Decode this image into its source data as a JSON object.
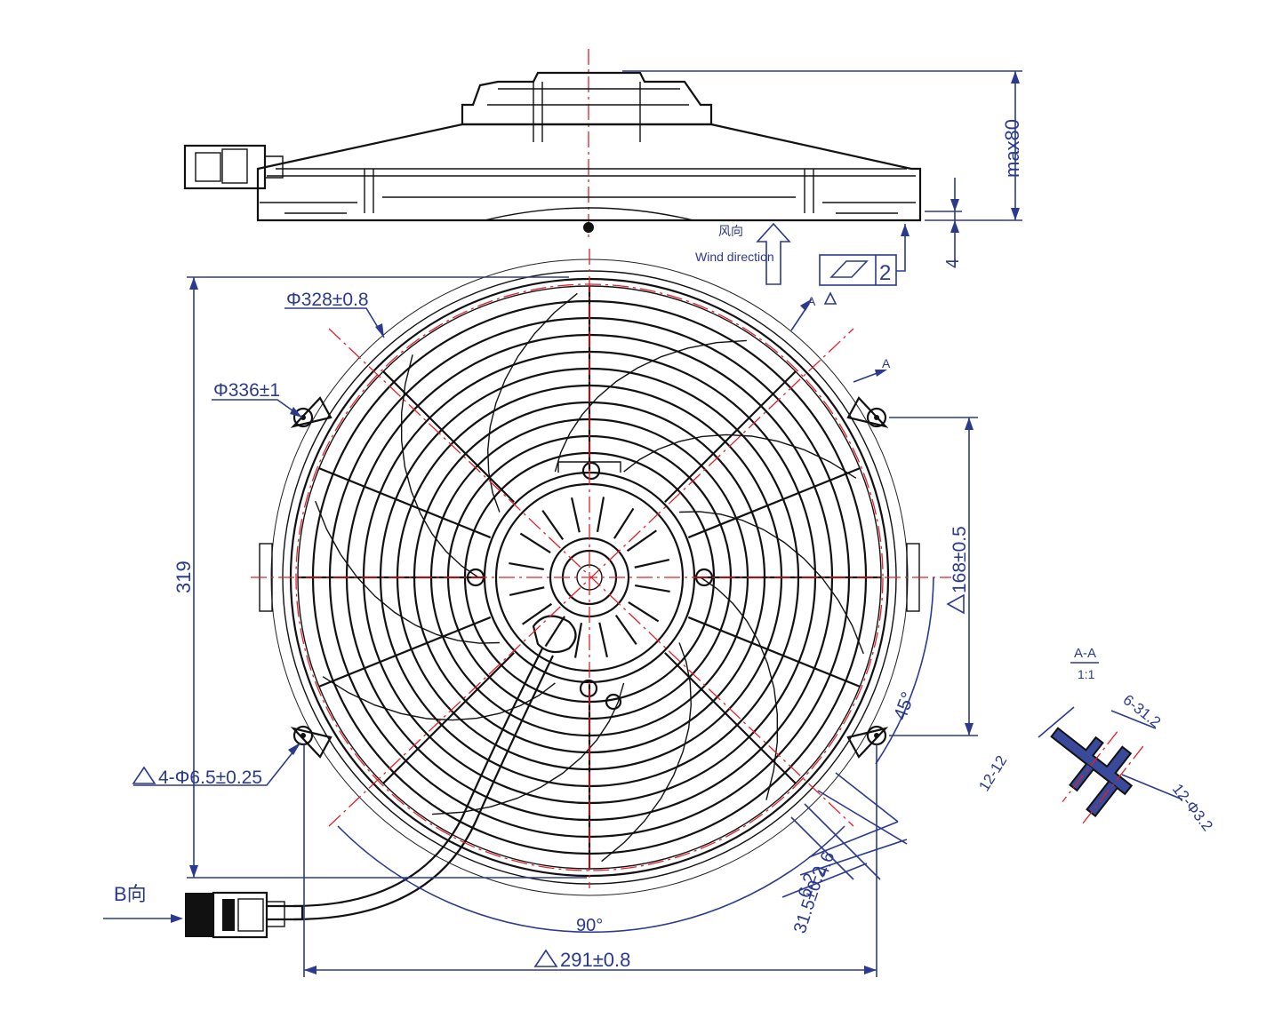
{
  "labels": {
    "max_height": "max80",
    "wind_cn": "风向",
    "wind_en": "Wind direction",
    "flatness_value": "2",
    "gap": "4",
    "dia_328": "Φ328±0.8",
    "dia_336": "Φ336±1",
    "height_319": "319",
    "hole_spec": "4-Φ6.5±0.25",
    "view_b": "B向",
    "width_291": "291±0.8",
    "angle_90": "90°",
    "angle_45": "45°",
    "dim_168": "168±0.5",
    "dim_4_6": "4.6",
    "dim_6_2": "6.2",
    "dim_31_5": "31.5±0.2",
    "section_a_top": "A",
    "section_a_right": "A",
    "section_title": "A-A",
    "section_scale": "1:1",
    "sec_6_3": "6-3",
    "sec_6_3_tol": "1.2",
    "sec_12_1": "12-1",
    "sec_12_1_tol": "2",
    "sec_12_3": "12-Φ3",
    "sec_12_3_tol": ".2"
  },
  "colors": {
    "dimension": "#2b3a8c",
    "centerline": "#e0202a",
    "outline": "#111111",
    "hatch": "#3a4a9a"
  }
}
